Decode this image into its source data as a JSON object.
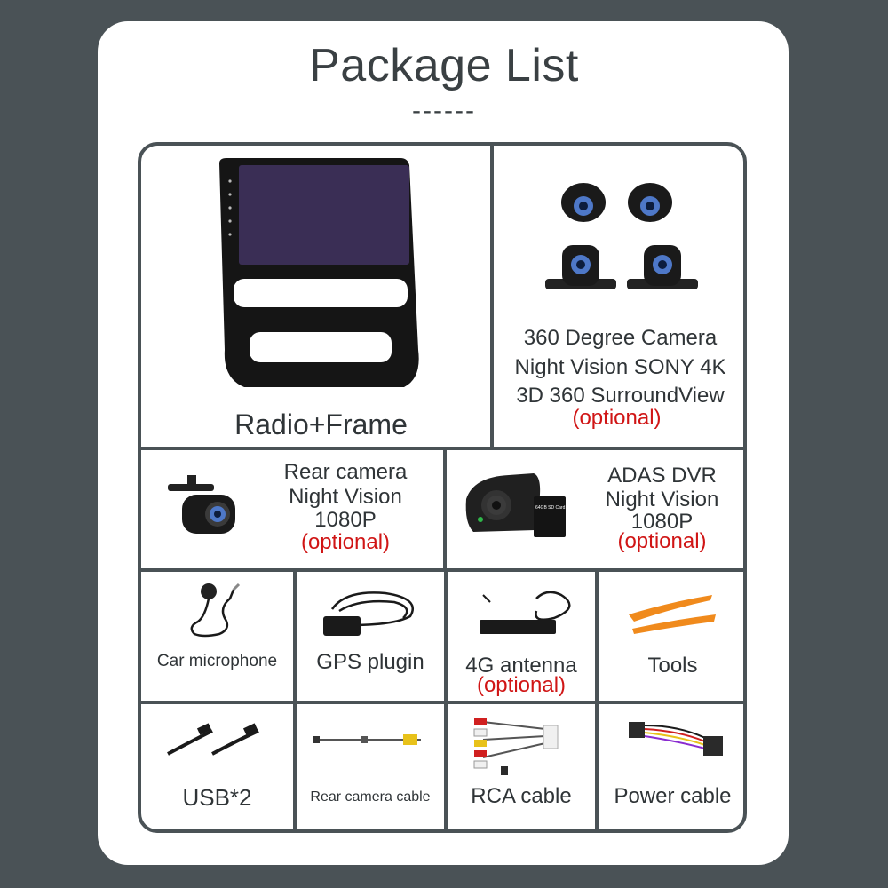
{
  "header": {
    "title": "Package List",
    "divider": "------"
  },
  "items": {
    "radio": {
      "label": "Radio+Frame"
    },
    "camera360": {
      "line1": "360 Degree Camera",
      "line2": "Night Vision SONY 4K",
      "line3": "3D 360 SurroundView",
      "optional": "(optional)"
    },
    "rear_camera": {
      "line1": "Rear camera",
      "line2": "Night Vision",
      "line3": "1080P",
      "optional": "(optional)"
    },
    "adas_dvr": {
      "line1": "ADAS DVR",
      "line2": "Night Vision",
      "line3": "1080P",
      "optional": "(optional)",
      "sd_card_text": "64GB SD Card"
    },
    "microphone": {
      "label": "Car microphone"
    },
    "gps": {
      "label": "GPS plugin"
    },
    "antenna": {
      "label": "4G antenna",
      "optional": "(optional)"
    },
    "tools": {
      "label": "Tools"
    },
    "usb": {
      "label": "USB*2"
    },
    "rear_cable": {
      "label": "Rear camera cable"
    },
    "rca": {
      "label": "RCA cable"
    },
    "power": {
      "label": "Power cable"
    }
  },
  "colors": {
    "background": "#4a5256",
    "optional_text": "#d01515",
    "tool_orange": "#f08a1c"
  }
}
